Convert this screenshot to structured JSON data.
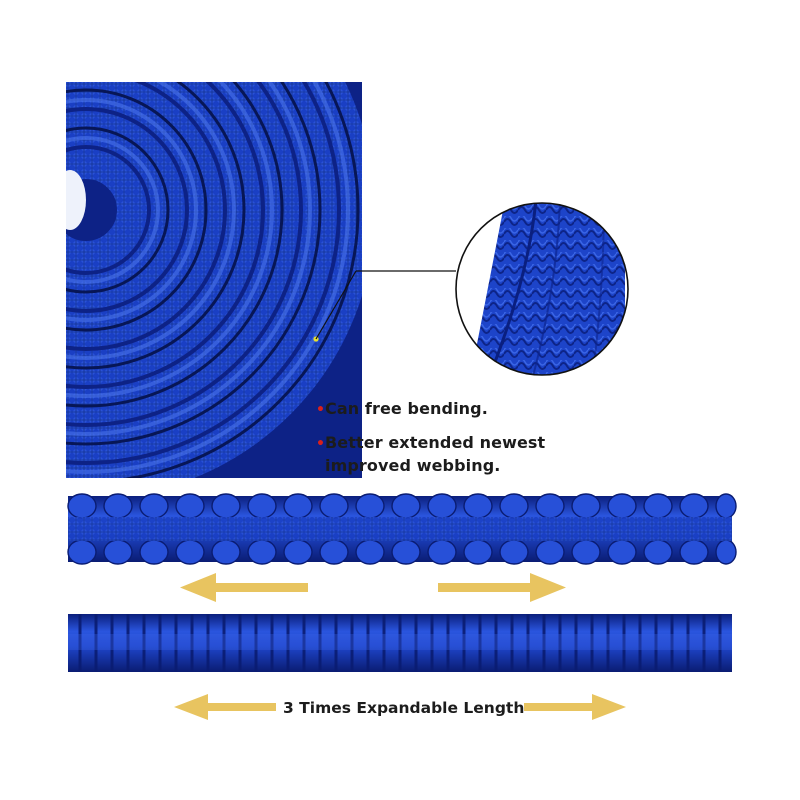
{
  "features": [
    {
      "lines": [
        "Can free bending."
      ]
    },
    {
      "lines": [
        "Better extended newest",
        "improved webbing."
      ]
    }
  ],
  "caption": "3 Times Expandable Length",
  "colors": {
    "hose_blue": "#1a3fc4",
    "hose_dark": "#0c2080",
    "hose_light": "#3a66e8",
    "bullet_red": "#d8201c",
    "arrow_gold": "#e8c460",
    "text": "#1c1c1c"
  }
}
